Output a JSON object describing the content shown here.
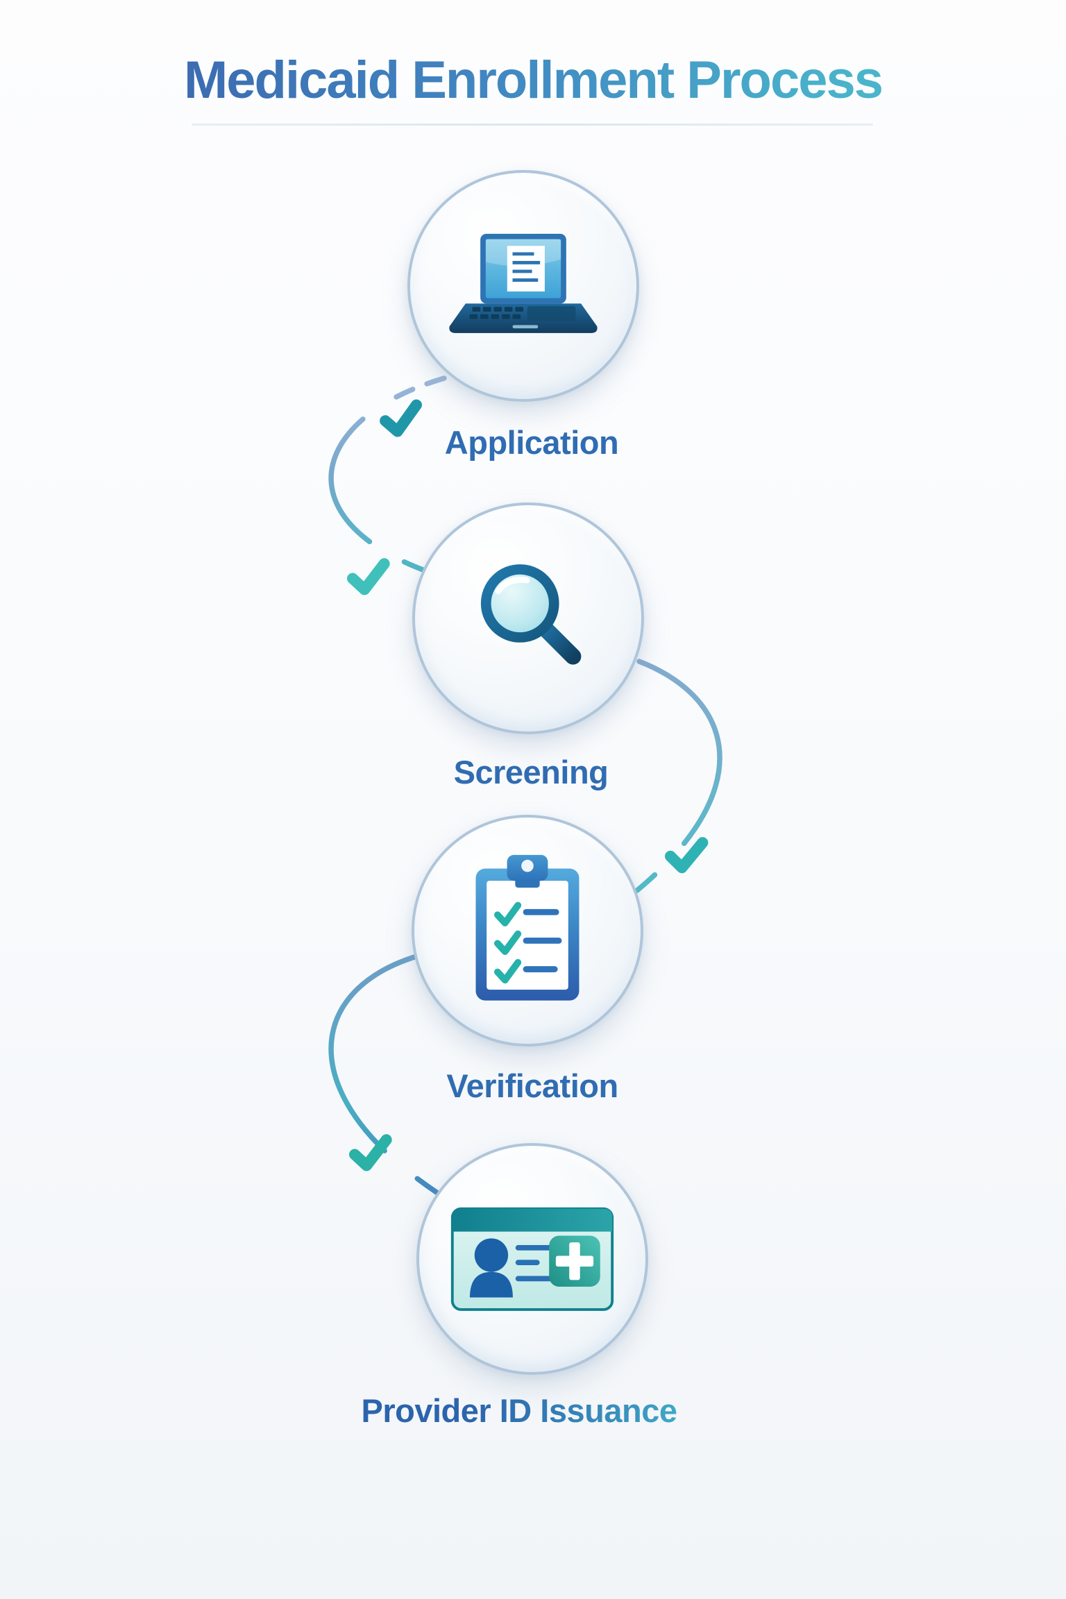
{
  "title": "Medicaid Enrollment Process",
  "steps": [
    {
      "label": "Application",
      "icon": "laptop-icon"
    },
    {
      "label": "Screening",
      "icon": "magnifying-glass-icon"
    },
    {
      "label": "Verification",
      "icon": "clipboard-checklist-icon"
    },
    {
      "label": "Provider ID Issuance",
      "icon": "id-card-icon"
    }
  ],
  "connectors": [
    {
      "from": "Application",
      "to": "Screening",
      "checkmarks": 2
    },
    {
      "from": "Screening",
      "to": "Verification",
      "checkmarks": 1
    },
    {
      "from": "Verification",
      "to": "Provider ID Issuance",
      "checkmarks": 1
    }
  ],
  "colors": {
    "background": "#f8fafc",
    "title_gradient_start": "#3a63ac",
    "title_gradient_end": "#4fbccb",
    "label_blue": "#306cb2",
    "circle_border": "#afc5da",
    "circle_fill": "#f2f6fa",
    "connector_blue": "#84aacf",
    "connector_teal": "#4fbcc6",
    "checkmark_teal": "#2fb2b4",
    "icon_dark_blue": "#1a5f94",
    "icon_teal": "#2aa0a6"
  }
}
